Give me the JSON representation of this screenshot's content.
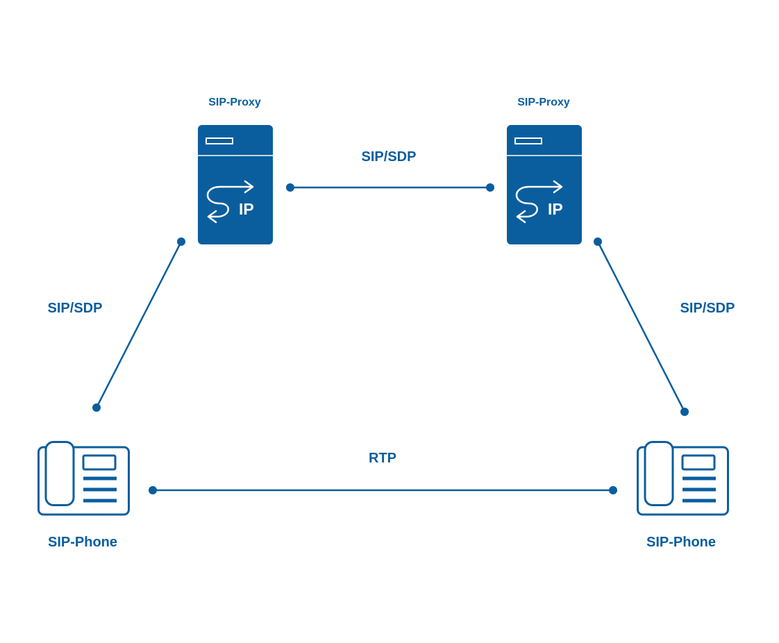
{
  "colors": {
    "primary": "#0a5e9e",
    "background": "#ffffff"
  },
  "nodes": {
    "proxy_left": {
      "label": "SIP-Proxy",
      "badge": "IP",
      "icon": "ip-server-icon"
    },
    "proxy_right": {
      "label": "SIP-Proxy",
      "badge": "IP",
      "icon": "ip-server-icon"
    },
    "phone_left": {
      "label": "SIP-Phone",
      "icon": "desk-phone-icon"
    },
    "phone_right": {
      "label": "SIP-Phone",
      "icon": "desk-phone-icon"
    }
  },
  "links": {
    "proxy_to_proxy": {
      "label": "SIP/SDP"
    },
    "phone_left_to_proxy": {
      "label": "SIP/SDP"
    },
    "phone_right_to_proxy": {
      "label": "SIP/SDP"
    },
    "phone_to_phone": {
      "label": "RTP"
    }
  }
}
